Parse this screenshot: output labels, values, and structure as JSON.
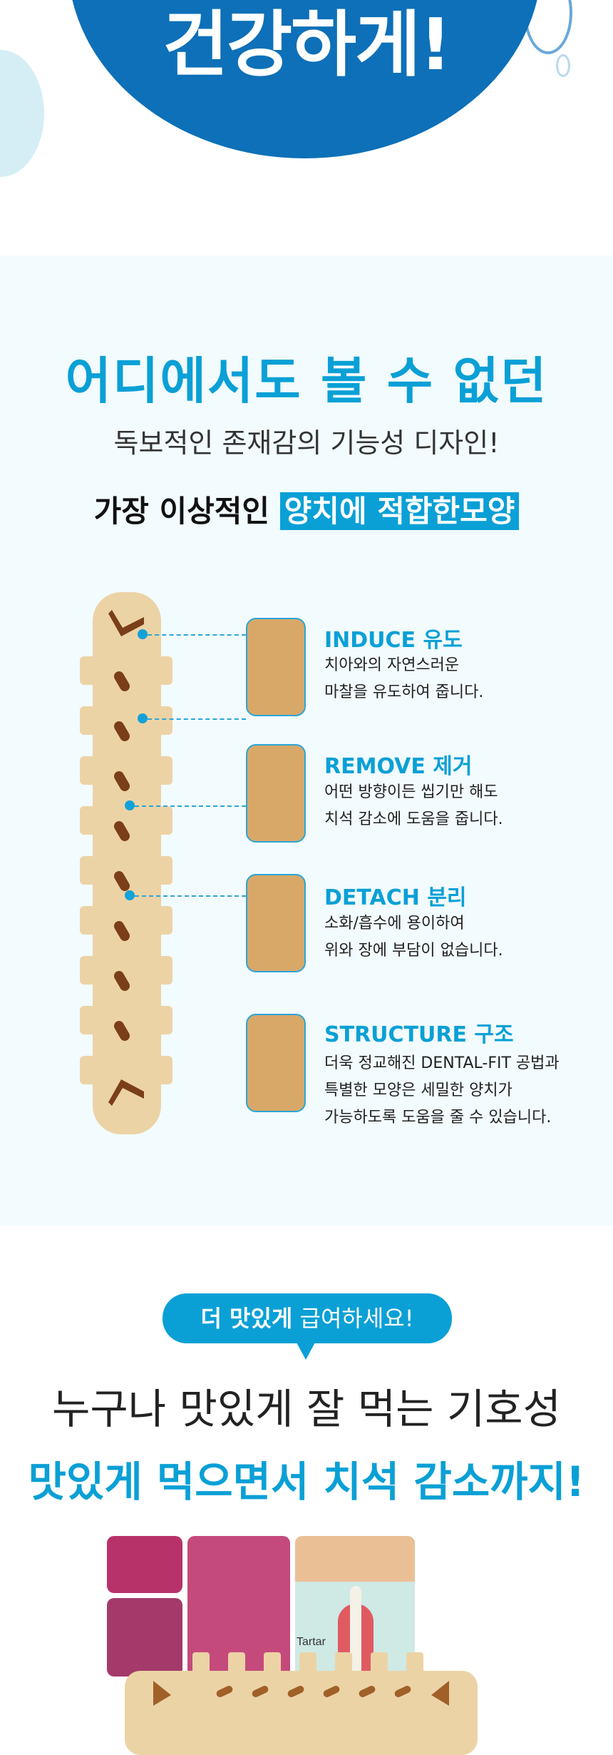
{
  "hero": {
    "title": "건강하게!",
    "accent": "#0d70b8"
  },
  "design_section": {
    "heading": "어디에서도 볼 수 없던",
    "subheading": "독보적인 존재감의 기능성 디자인!",
    "tagline_plain": "가장 이상적인",
    "tagline_highlight": "양치에 적합한모양",
    "accent": "#0aa0d6",
    "features": [
      {
        "title": "INDUCE 유도",
        "lines": [
          "치아와의 자연스러운",
          "마찰을 유도하여 줍니다."
        ]
      },
      {
        "title": "REMOVE 제거",
        "lines": [
          "어떤 방향이든 씹기만 해도",
          "치석 감소에 도움을 줍니다."
        ]
      },
      {
        "title": "DETACH 분리",
        "lines": [
          "소화/흡수에 용이하여",
          "위와 장에 부담이 없습니다."
        ]
      },
      {
        "title": "STRUCTURE 구조",
        "lines": [
          "더욱 정교해진 DENTAL-FIT 공법과",
          "특별한 모양은 세밀한 양치가",
          "가능하도록 도움을 줄 수 있습니다."
        ]
      }
    ]
  },
  "taste_section": {
    "bubble_bold": "더 맛있게",
    "bubble_light": "급여하세요!",
    "line1": "누구나 맛있게 잘 먹는 기호성",
    "line2": "맛있게 먹으면서 치석 감소까지!",
    "diagram_label": "Tartar"
  }
}
